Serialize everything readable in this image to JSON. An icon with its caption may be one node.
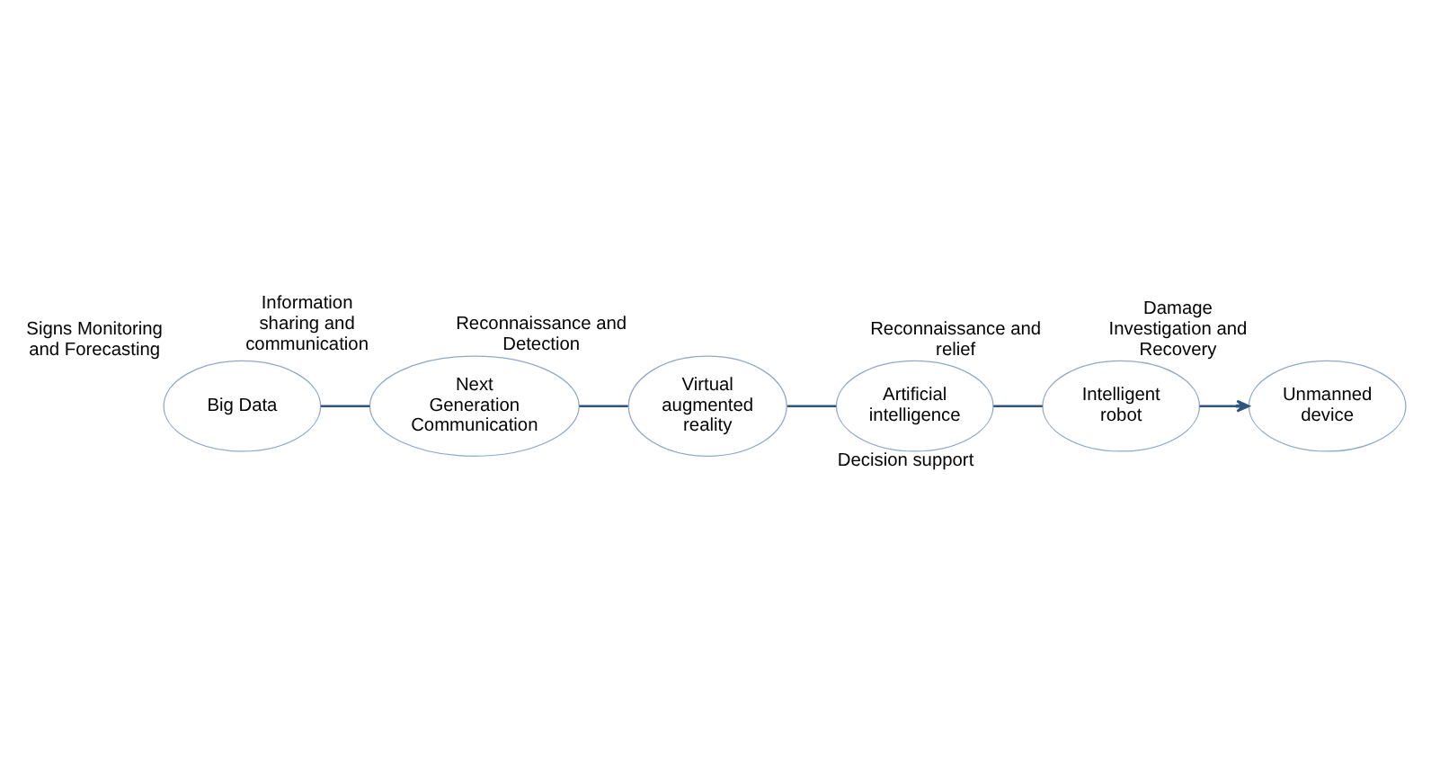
{
  "diagram": {
    "nodes": [
      {
        "text": [
          "Big Data"
        ],
        "beside": [
          "Signs Monitoring and Forecasting"
        ]
      },
      {
        "text": [
          "Unmanned device"
        ],
        "beside": [
          "Damage Investigation and Recovery"
        ]
      },
      {
        "text": [
          "Next Generation Communication"
        ],
        "beside": [
          "Information sharing and communication"
        ]
      },
      {
        "text": [
          "Intelligent robot"
        ],
        "beside": [
          "Reconnaissance and relief"
        ]
      },
      {
        "text": [
          "Virtual augmented reality"
        ],
        "beside": [
          "Reconnaissance and Detection"
        ]
      },
      {
        "text": [
          "Artificial intelligence"
        ],
        "beside": [
          "Decision support"
        ]
      }
    ],
    "edges": [
      {
        "from": 2,
        "to": 0,
        "arrow": "none"
      },
      {
        "from": 4,
        "to": 2,
        "arrow": "none"
      },
      {
        "from": 5,
        "to": 4,
        "arrow": "none"
      },
      {
        "from": 3,
        "to": 5,
        "arrow": "none"
      },
      {
        "from": 3,
        "to": 1,
        "arrow": "to"
      }
    ]
  }
}
